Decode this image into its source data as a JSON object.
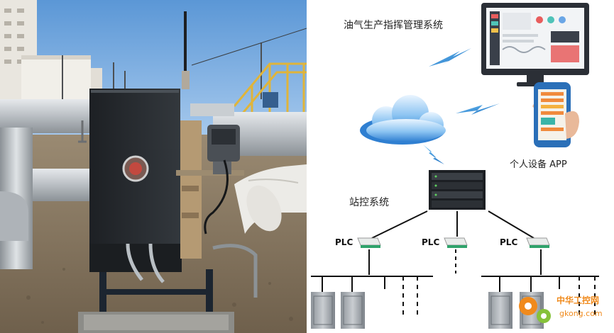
{
  "diagram": {
    "title_system": "油气生产指挥管理系统",
    "app_label": "个人设备 APP",
    "station_label": "站控系统",
    "plc_labels": [
      "PLC",
      "PLC",
      "PLC"
    ]
  },
  "watermark": {
    "cn": "中华工控网",
    "url": "gkong.com"
  },
  "colors": {
    "sky": "#6fa6dc",
    "cabinet": "#23272b",
    "lightning": "#2d8fd8",
    "cloud": "#5aa6e6",
    "monitor_frame": "#2b2f36",
    "phone_body": "#2a6fb8",
    "watermark_orange": "#f08a1c"
  },
  "icons": [
    "monitor-icon",
    "phone-app-icon",
    "cloud-icon",
    "server-rack-icon",
    "plc-device-icon",
    "field-cabinet-icon",
    "lightning-bolt-icon",
    "gear-icon"
  ]
}
